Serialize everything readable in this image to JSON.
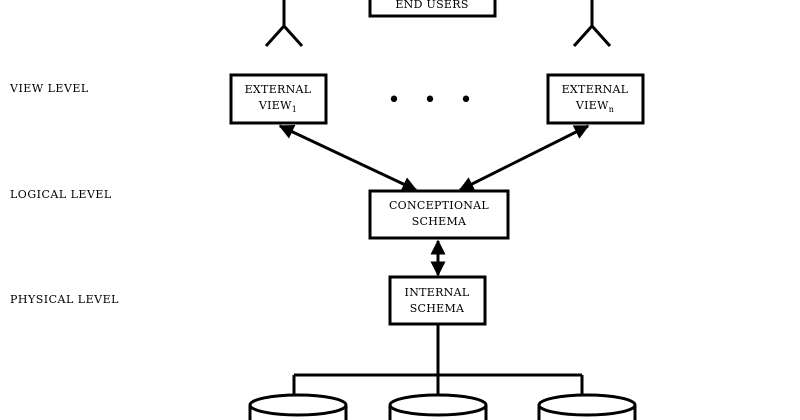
{
  "levels": {
    "view": "VIEW LEVEL",
    "logical": "LOGICAL LEVEL",
    "physical": "PHYSICAL LEVEL"
  },
  "end_users": "END USERS",
  "external_view_1": {
    "line1": "EXTERNAL",
    "line2": "VIEW",
    "sub": "1"
  },
  "external_view_n": {
    "line1": "EXTERNAL",
    "line2": "VIEW",
    "sub": "n"
  },
  "ellipsis": "• • •",
  "conceptual_schema": {
    "line1": "CONCEPTIONAL",
    "line2": "SCHEMA"
  },
  "internal_schema": {
    "line1": "INTERNAL",
    "line2": "SCHEMA"
  }
}
